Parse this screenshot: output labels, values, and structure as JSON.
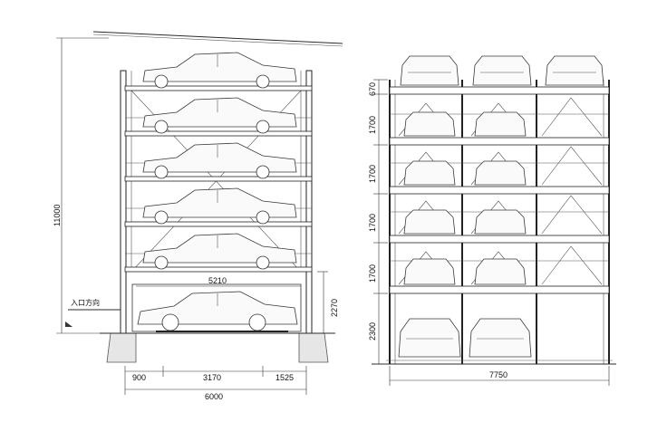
{
  "side_view": {
    "width_label": "6000",
    "height_label": "11000",
    "bottom_clearance_label": "2270",
    "lower_car_length_label": "5210",
    "seg_left_label": "900",
    "seg_mid_label": "3170",
    "seg_right_label": "1525",
    "entry_label": "入口方向"
  },
  "front_view": {
    "width_label": "7750",
    "top_level_label": "670",
    "level_labels": [
      "1700",
      "1700",
      "1700",
      "1700"
    ],
    "bottom_level_label": "2300"
  }
}
